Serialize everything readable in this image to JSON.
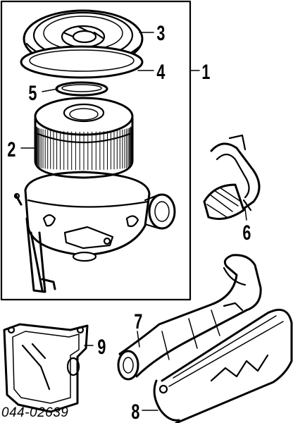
{
  "figure": {
    "part_number": "044-02639",
    "callouts": {
      "c1": "1",
      "c2": "2",
      "c3": "3",
      "c4": "4",
      "c5": "5",
      "c6": "6",
      "c7": "7",
      "c8": "8",
      "c9": "9"
    }
  }
}
